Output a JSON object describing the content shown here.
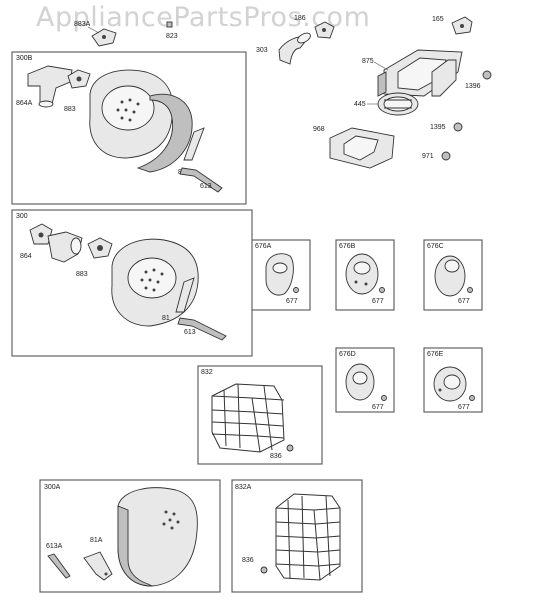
{
  "watermark": "AppliancePartsPros.com",
  "groups": {
    "g300b": "300B",
    "g300": "300",
    "g300a": "300A",
    "g676a": "676A",
    "g676b": "676B",
    "g676c": "676C",
    "g676d": "676D",
    "g676e": "676E",
    "g832": "832",
    "g832a": "832A"
  },
  "parts": {
    "p883a": "883A",
    "p823": "823",
    "p186": "186",
    "p165": "165",
    "p303": "303",
    "p875": "875",
    "p1396": "1396",
    "p445": "445",
    "p968": "968",
    "p1395": "1395",
    "p971": "971",
    "b300b_864a": "864A",
    "b300b_883": "883",
    "b300b_81": "81",
    "b300b_613": "613",
    "b300_864": "864",
    "b300_883": "883",
    "b300_81": "81",
    "b300_613": "613",
    "b676a_677": "677",
    "b676b_677": "677",
    "b676c_677": "677",
    "b676d_677": "677",
    "b676e_677": "677",
    "b832_836": "836",
    "b300a_613a": "613A",
    "b300a_81a": "81A",
    "b832a_836": "836"
  }
}
